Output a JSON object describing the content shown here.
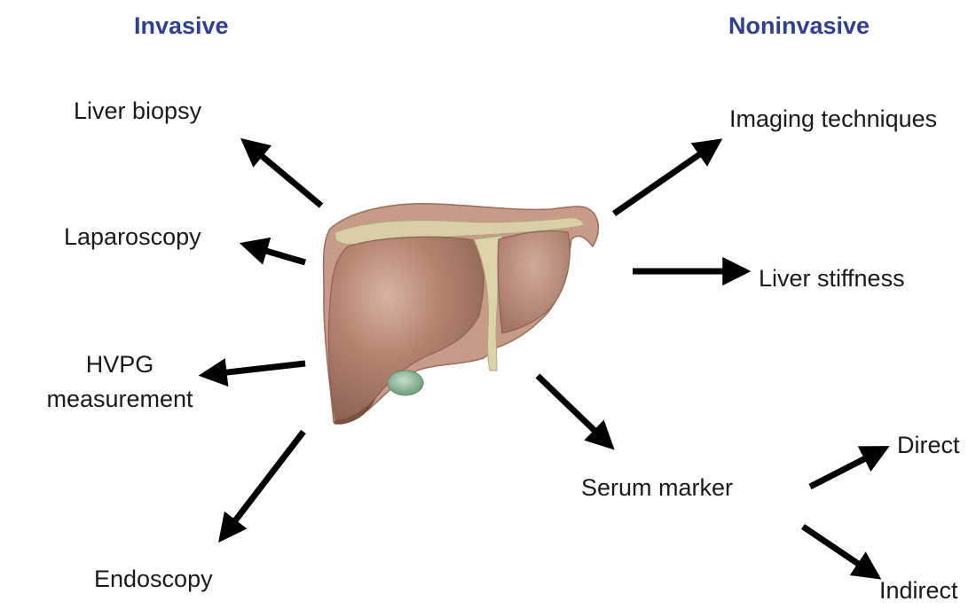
{
  "headings": {
    "invasive": "Invasive",
    "noninvasive": "Noninvasive"
  },
  "invasive_methods": {
    "liver_biopsy": "Liver biopsy",
    "laparoscopy": "Laparoscopy",
    "hvpg_line1": "HVPG",
    "hvpg_line2": "measurement",
    "endoscopy": "Endoscopy"
  },
  "noninvasive_methods": {
    "imaging": "Imaging techniques",
    "liver_stiffness": "Liver stiffness",
    "serum_marker": "Serum marker",
    "direct": "Direct",
    "indirect": "Indirect"
  },
  "colors": {
    "heading": "#2e3f94",
    "arrow": "#000000",
    "liver": "#b07f6d",
    "ligament": "#d8cfa6",
    "gallbladder": "#8fb79a"
  }
}
